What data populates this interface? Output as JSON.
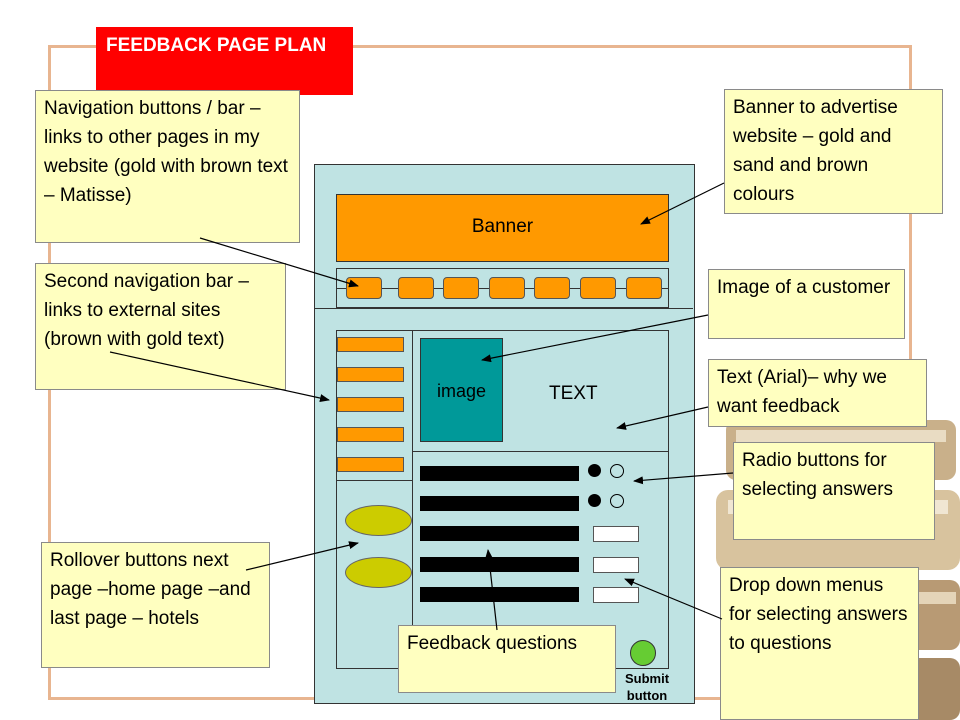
{
  "title": "FEEDBACK  PAGE PLAN",
  "mockup": {
    "banner_label": "Banner",
    "image_label": "image",
    "text_label": "TEXT",
    "submit_label": "Submit button",
    "colors": {
      "page_bg": "#bfe3e3",
      "banner": "#ff9900",
      "nav_button": "#ff9900",
      "image": "#009999",
      "rollover": "#cccc00",
      "submit": "#66cc33",
      "title_bg": "#ff0000",
      "note_bg": "#ffffc0"
    }
  },
  "annotations": {
    "navigation": "Navigation buttons / bar – links to other pages in my website (gold with brown text – Matisse)",
    "second_navigation": "Second navigation bar – links to external sites (brown with gold text)",
    "rollover": "Rollover buttons next page –home page  –and last page – hotels",
    "feedback_questions": "Feedback questions",
    "banner": "Banner to advertise website – gold and sand and brown colours",
    "image": "Image of a customer",
    "text": "Text  (Arial)– why we want feedback",
    "radio": "Radio buttons for selecting answers",
    "dropdown": "Drop down menus for selecting answers to questions"
  }
}
